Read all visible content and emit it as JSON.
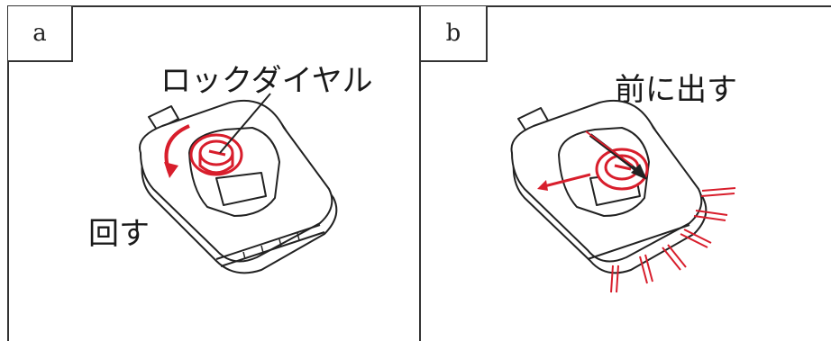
{
  "panels": [
    {
      "label": "a",
      "caption_dial": "ロックダイヤル",
      "caption_action": "回す"
    },
    {
      "label": "b",
      "caption_action": "前に出す"
    }
  ],
  "colors": {
    "accent_red": "#d81e2c",
    "line": "#222222"
  }
}
